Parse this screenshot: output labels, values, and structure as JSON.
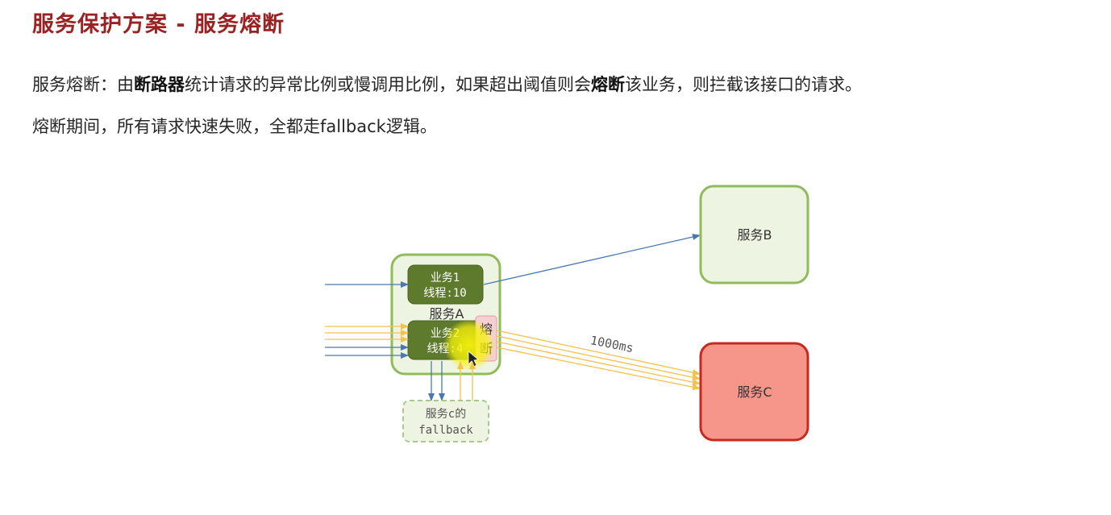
{
  "title": "服务保护方案 - 服务熔断",
  "paragraph1": {
    "p0": "服务熔断：由",
    "b0": "断路器",
    "p1": "统计请求的异常比例或慢调用比例，如果超出阈值则会",
    "b1": "熔断",
    "p2": "该业务，则拦截该接口的请求。"
  },
  "paragraph2": "熔断期间，所有请求快速失败，全都走fallback逻辑。",
  "diagram": {
    "service_a": "服务A",
    "service_b": "服务B",
    "service_c": "服务C",
    "business1": {
      "name": "业务1",
      "threads": "线程:10"
    },
    "business2": {
      "name": "业务2",
      "threads": "线程:4"
    },
    "breaker_char1": "熔",
    "breaker_char2": "断",
    "fallback_line1": "服务c的",
    "fallback_line2": "fallback",
    "latency": "1000ms",
    "colors": {
      "green_border": "#8fbb5a",
      "green_fill": "#eef4e2",
      "dark_green": "#5e7a2c",
      "red_fill": "#f6968a",
      "red_border": "#c8281e",
      "blue_arrow": "#4a78b0",
      "yellow_arrow": "#f2c24a",
      "breaker_fill": "#f5d0d3",
      "highlight": "#f6f20a"
    }
  }
}
